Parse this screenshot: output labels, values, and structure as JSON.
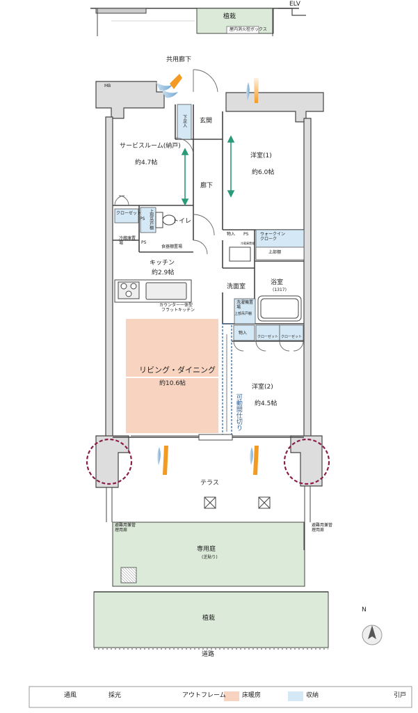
{
  "labels": {
    "elv": "ELV",
    "planting_top": "植栽",
    "meter_box": "屋内消火栓ボックス",
    "common_corridor": "共用廊下",
    "mb": "MB",
    "entrance": "玄関",
    "shoe_box": "下足入",
    "service_room": "サービスルーム(納戸)",
    "service_room_size": "約4.7帖",
    "western1": "洋室(1)",
    "western1_size": "約6.0帖",
    "hallway": "廊下",
    "closet_small": "クローゼット",
    "upper_shelf_ps": "上部吊戸棚",
    "ps_top": "PS",
    "toilet": "トイレ",
    "fridge": "冷蔵庫置場",
    "ps_kitchen": "PS",
    "dish_shelf": "食器棚置場",
    "storage_in": "物入",
    "ps_right": "PS",
    "fridge_box": "冷蔵庫置場",
    "walkin": "ウォークインクローク",
    "upper_shelf": "上部棚",
    "kitchen": "キッチン",
    "kitchen_size": "約2.9帖",
    "washroom": "洗面室",
    "bath": "浴室",
    "bath_size": "(1317)",
    "counter": "カウンター一体型",
    "flat_kitchen": "フラットキッチン",
    "washer": "洗濯機置場",
    "washer2": "上部吊戸棚",
    "storage_in2": "物入",
    "closet1": "クローゼット",
    "closet2": "クローゼット",
    "living": "リビング・ダイニング",
    "living_size": "約10.6帖",
    "western2": "洋室(2)",
    "western2_size": "約4.5帖",
    "movable_partition": "可動間仕切り",
    "terrace": "テラス",
    "evac_left": "避難用兼管理用扉",
    "evac_right": "避難用兼管理用扉",
    "private_garden": "専用庭",
    "private_garden_sub": "(芝貼り)",
    "planting_bottom": "植栽",
    "road": "道路",
    "north": "N"
  },
  "legend": {
    "ventilation": "通風",
    "daylight": "採光",
    "outframe": "アウトフレーム",
    "floor_heating": "床暖房",
    "storage": "収納",
    "sliding_door": "引戸"
  },
  "colors": {
    "floor_heating": "#f7d3c0",
    "storage": "#d5e8f5",
    "planting": "#dcebd9",
    "outframe": "#8a1c4a",
    "arrow_green": "#2a9a78",
    "daylight": "#f39a23",
    "ventilation": "#7fb2d9"
  }
}
